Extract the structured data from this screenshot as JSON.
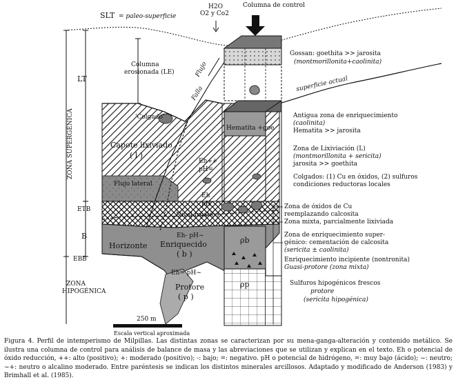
{
  "figure": {
    "top_labels": {
      "slt": "SLT",
      "paleo": "= paleo-superficie",
      "h2o": "H2O",
      "o2co2": "O2 y Co2",
      "columna_control": "Columna de control",
      "superficie_actual": "superficie actual",
      "flujo": "Flujo",
      "falla": "Falla"
    },
    "left_axis": {
      "lt": "LT",
      "zona_supergenica": "ZONA SUPERGÉNICA",
      "etb": "ETB",
      "b": "B",
      "ebb": "EBB",
      "zona_hipogenica_1": "ZONA",
      "zona_hipogenica_2": "HIPOGÉNICA"
    },
    "inner_labels": {
      "columna_erosionada_1": "Columna",
      "columna_erosionada_2": "erosionada (LE)",
      "colgado": "'Colgado'",
      "capote_1": "Capote lixiviado",
      "capote_2": "( l )",
      "eh1": "Eh++",
      "ph1": "pH=",
      "flujo_lateral": "Flujo lateral",
      "eh2": "Eh",
      "ph2": "pH",
      "nivel_freatico": "Nivel freático",
      "horizonte": "Horizonte",
      "eh3": "Eh-  pH~",
      "enriquecido_1": "Enriquecido",
      "enriquecido_2": "( b )",
      "eh4": "Eh=  pH~",
      "protore_1": "Protore",
      "protore_2": "( p )",
      "hematita": "Hematita +goe",
      "rho_b": "ρb",
      "rho_p": "ρp"
    },
    "right_labels": [
      {
        "line1": "Gossan: goethita  >> jarosita",
        "line2": "(montmorillonita+caolinita)",
        "line3": ""
      },
      {
        "line1": "Antigua zona de enriquecimiento",
        "line2": "(caolinita)",
        "line3": "Hematita >> jarosita"
      },
      {
        "line1": "Zona de Lixiviación (L)",
        "line2": "(montmorillonita + sericita)",
        "line3": "jarosita >> goethita"
      },
      {
        "line1": "Colgados: (1) Cu en óxidos, (2) sulfuros",
        "line2": "condiciones reductoras locales",
        "line3": ""
      },
      {
        "line1": "Zona de óxidos de Cu",
        "line2": "reemplazando calcosita",
        "line3": "Zona mixta, parcialmente lixiviada"
      },
      {
        "line1": "Zona de enriquecimiento super-",
        "line2": "génico: cementación de calcosita",
        "line3": "(sericita ± caolinita)"
      },
      {
        "line1": "Enriquecimiento incipiente (nontronita)",
        "line2": "Guasi-protore    (zona mixta)",
        "line3": ""
      },
      {
        "line1": "Sulfuros hipogénicos frescos",
        "line2": "protore",
        "line3": "(sericita hipogénica)"
      }
    ],
    "scale": {
      "label": "250 m",
      "vertical": "Escala vertical aproximada"
    }
  },
  "caption": "Figura 4. Perfil de intemperismo de Milpillas. Las distintas zonas se caracterizan por su mena-ganga-alteración y contenido metálico. Se ilustra una columna de control para análisis de balance de masa y las abreviaciones que se utilizan y explican en el texto. Eh o potencial de óxido reducción, ++: alto (positivo); +: moderado (positivo); -: bajo; =: negativo. pH o potencial de hidrógeno, =: muy bajo (ácido); ~: neutro; ~+: neutro o alcalino moderado. Entre paréntesis se indican los distintos minerales arcillosos. Adaptado y modificado de Anderson (1983) y Brimhall et al. (1985)."
}
